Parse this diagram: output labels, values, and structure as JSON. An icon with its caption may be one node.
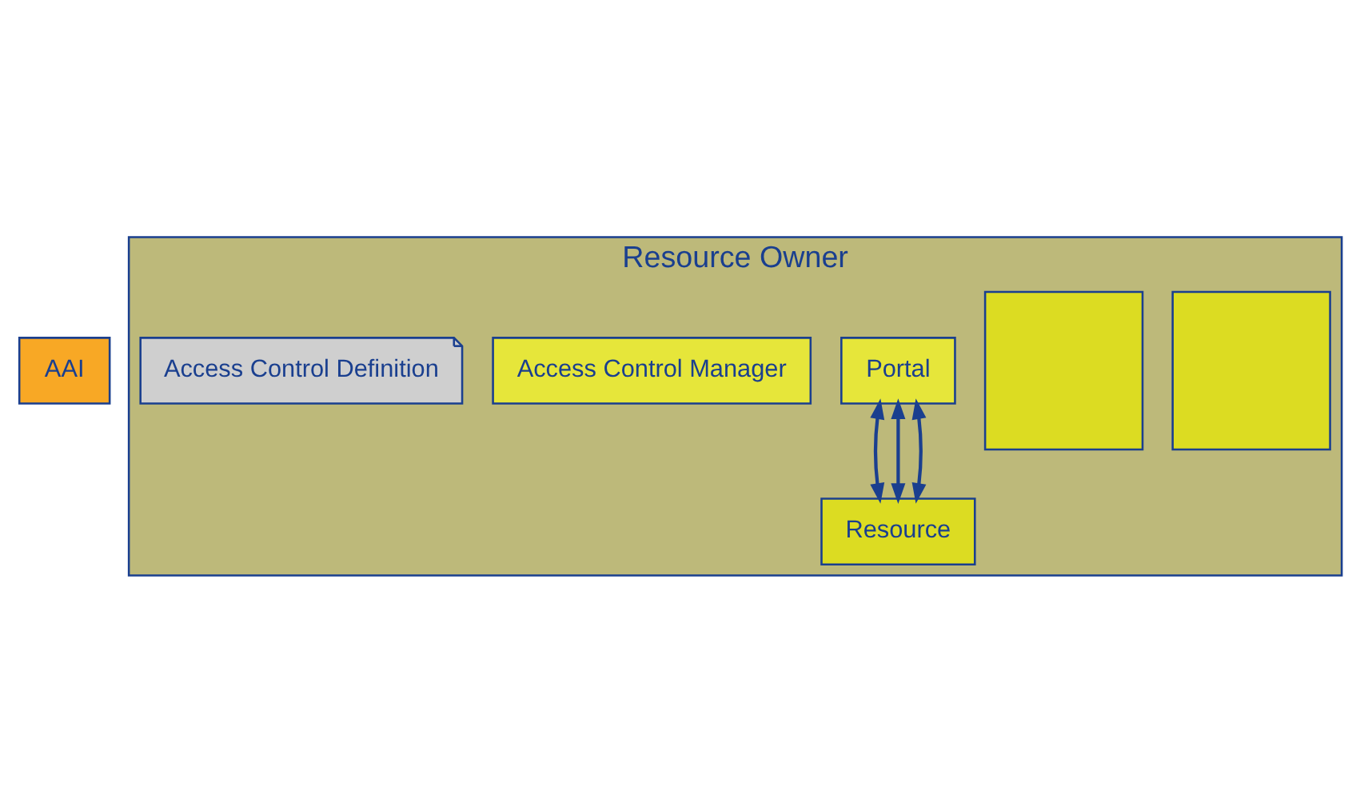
{
  "diagram": {
    "nodes": [
      {
        "text": [
          "Resource Owner"
        ]
      },
      {
        "text": [
          "Access Control Definition"
        ],
        "in": 0
      },
      {
        "text": [
          "AAI"
        ]
      },
      {
        "text": [
          "Access Control Manager"
        ],
        "in": 0
      },
      {
        "text": [
          "Portal"
        ],
        "in": 0
      },
      {
        "text": [
          "Resource"
        ],
        "in": 0
      },
      {
        "text": [],
        "shape": "box",
        "in": 0
      },
      {
        "text": [],
        "shape": "box",
        "in": 0
      }
    ],
    "edges": [
      {
        "from": 4,
        "to": 5,
        "arrow": "both"
      },
      {
        "from": 4,
        "to": 5,
        "arrow": "both"
      },
      {
        "from": 4,
        "to": 5,
        "arrow": "both"
      }
    ]
  }
}
